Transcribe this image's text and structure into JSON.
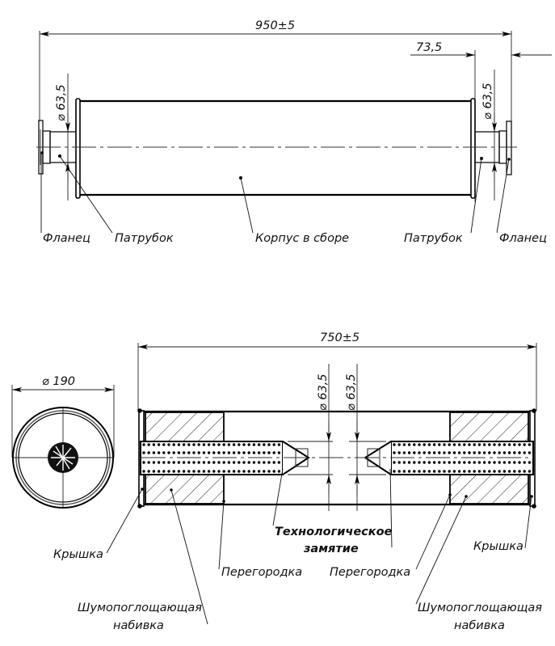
{
  "views": {
    "side_view": {
      "overall_length": "950±5",
      "end_offset": "73,5",
      "left_pipe_diameter": "⌀ 63,5",
      "right_pipe_diameter": "⌀ 63,5",
      "labels": {
        "left_flange": "Фланец",
        "left_pipe": "Патрубок",
        "body": "Корпус в сборе",
        "right_pipe": "Патрубок",
        "right_flange": "Фланец"
      }
    },
    "section_view": {
      "body_length": "750±5",
      "left_inner_diameter": "⌀ 63,5",
      "right_inner_diameter": "⌀ 63,5",
      "labels": {
        "left_cap": "Крышка",
        "left_partition": "Перегородка",
        "tech_crimp_line1": "Технологическое",
        "tech_crimp_line2": "замятие",
        "right_partition": "Перегородка",
        "right_cap": "Крышка",
        "left_packing_line1": "Шумопоглощающая",
        "left_packing_line2": "набивка",
        "right_packing_line1": "Шумопоглощающая",
        "right_packing_line2": "набивка"
      }
    },
    "end_view": {
      "diameter": "⌀ 190"
    }
  }
}
